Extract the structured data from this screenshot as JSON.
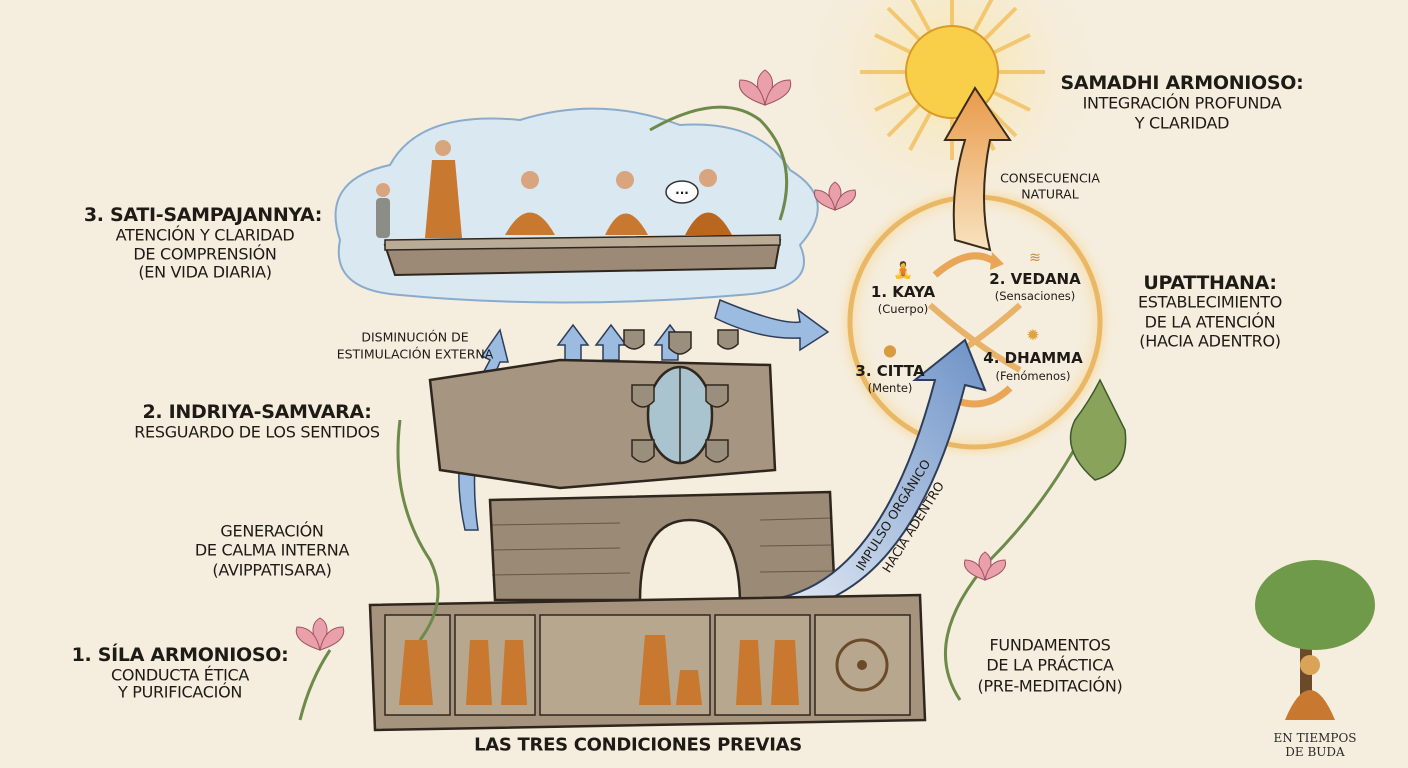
{
  "title": "LAS TRES CONDICIONES PREVIAS",
  "colors": {
    "background": "#f5eddd",
    "stone": "#9b8e7a",
    "sun": "#f6c445",
    "arrow_orange": "#e9a657",
    "arrow_blue": "#8fb0d6",
    "robe": "#c8782f",
    "lotus": "#e9a0a8"
  },
  "levels": [
    {
      "heading": "3. SATI-SAMPAJANNYA:",
      "lines": [
        "ATENCIÓN Y CLARIDAD",
        "DE COMPRENSIÓN",
        "(EN VIDA DIARIA)"
      ]
    },
    {
      "heading": "2. INDRIYA-SAMVARA:",
      "lines": [
        "RESGUARDO DE LOS SENTIDOS"
      ]
    },
    {
      "heading": "1. SÍLA ARMONIOSO:",
      "lines": [
        "CONDUCTA ÉTICA",
        "Y PURIFICACIÓN"
      ]
    }
  ],
  "transitions": {
    "reduction": [
      "DISMINUCIÓN DE",
      "ESTIMULACIÓN EXTERNA"
    ],
    "calm": [
      "GENERACIÓN",
      "DE CALMA INTERNA",
      "(AVIPPATISARA)"
    ],
    "impulse": [
      "IMPULSO ORGÁNICO",
      "HACIA ADENTRO"
    ],
    "consequence": [
      "CONSECUENCIA",
      "NATURAL"
    ]
  },
  "foundations": [
    "FUNDAMENTOS",
    "DE LA PRÁCTICA",
    "(PRE-MEDITACIÓN)"
  ],
  "samadhi": {
    "heading": "SAMADHI ARMONIOSO:",
    "lines": [
      "INTEGRACIÓN PROFUNDA",
      "Y CLARIDAD"
    ]
  },
  "upatthana": {
    "heading": "UPATTHANA:",
    "lines": [
      "ESTABLECIMIENTO",
      "DE LA ATENCIÓN",
      "(HACIA ADENTRO)"
    ]
  },
  "foundations_of_mindfulness": [
    {
      "name": "1. KAYA",
      "sub": "(Cuerpo)",
      "icon": "meditator-icon"
    },
    {
      "name": "2. VEDANA",
      "sub": "(Sensaciones)",
      "icon": "sensation-icon"
    },
    {
      "name": "3. CITTA",
      "sub": "(Mente)",
      "icon": "head-brain-icon"
    },
    {
      "name": "4. DHAMMA",
      "sub": "(Fenómenos)",
      "icon": "sun-phenomena-icon"
    }
  ],
  "speech_bubble": "...",
  "logo": {
    "lines": [
      "EN TIEMPOS",
      "DE BUDA"
    ]
  }
}
